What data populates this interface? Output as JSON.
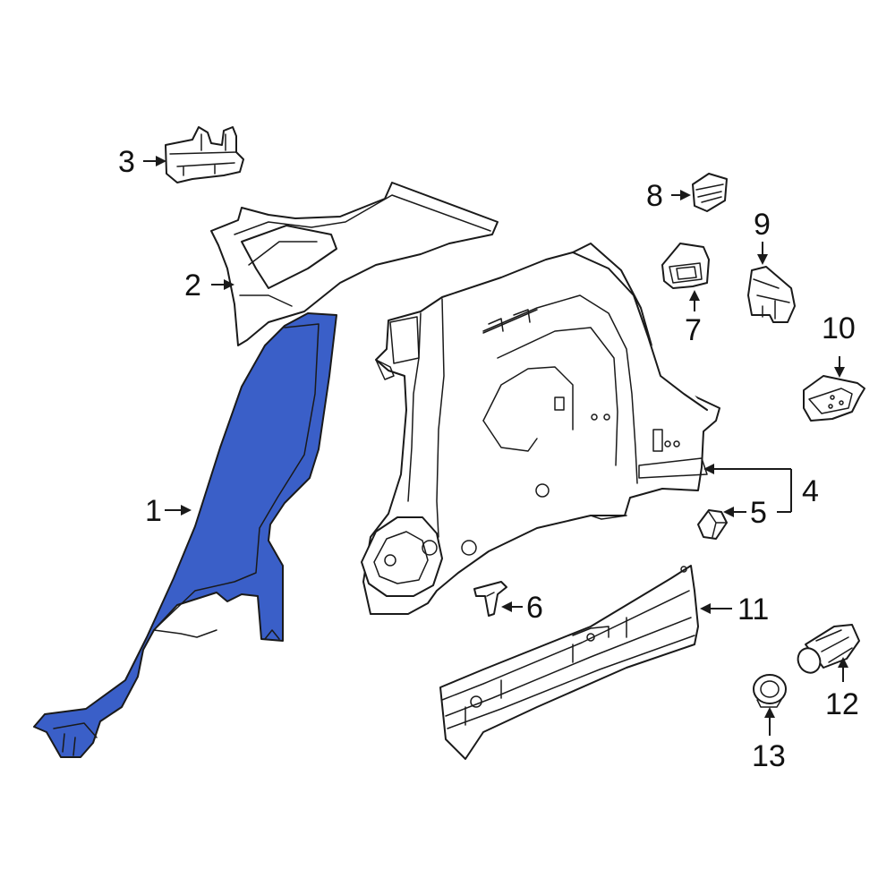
{
  "highlight_color": "#3a5fc8",
  "outline_color": "#1a1a1a",
  "callouts": [
    {
      "id": "1",
      "label": "1",
      "part": "pillar-trim-panel"
    },
    {
      "id": "2",
      "label": "2",
      "part": "upper-quarter-trim-panel"
    },
    {
      "id": "3",
      "label": "3",
      "part": "trim-bracket"
    },
    {
      "id": "4",
      "label": "4",
      "part": "quarter-panel-assembly"
    },
    {
      "id": "5",
      "label": "5",
      "part": "quarter-panel-plug"
    },
    {
      "id": "6",
      "label": "6",
      "part": "small-bracket"
    },
    {
      "id": "7",
      "label": "7",
      "part": "clip-bracket"
    },
    {
      "id": "8",
      "label": "8",
      "part": "retainer-clip"
    },
    {
      "id": "9",
      "label": "9",
      "part": "mounting-bracket"
    },
    {
      "id": "10",
      "label": "10",
      "part": "retainer-bracket"
    },
    {
      "id": "11",
      "label": "11",
      "part": "rocker-panel-reinforcement"
    },
    {
      "id": "12",
      "label": "12",
      "part": "push-pin-retainer"
    },
    {
      "id": "13",
      "label": "13",
      "part": "grommet"
    }
  ]
}
